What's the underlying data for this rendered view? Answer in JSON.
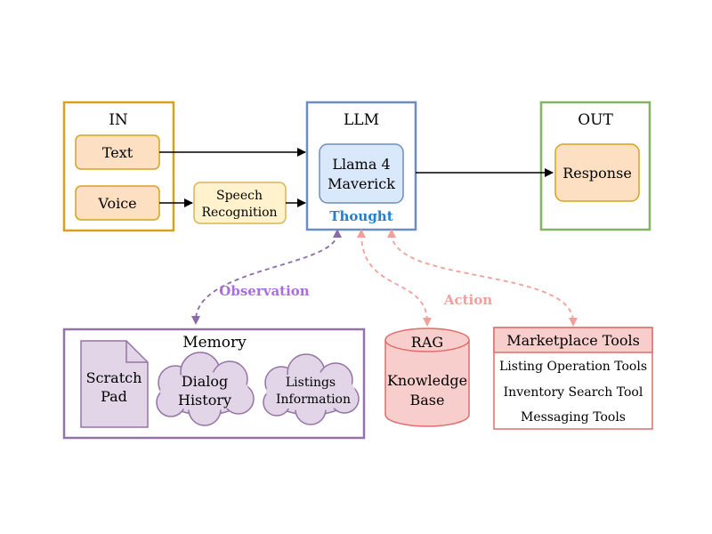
{
  "in_group": {
    "title": "IN",
    "text_label": "Text",
    "voice_label": "Voice"
  },
  "speech": {
    "line1": "Speech",
    "line2": "Recognition"
  },
  "llm_group": {
    "title": "LLM",
    "model_line1": "Llama 4",
    "model_line2": "Maverick",
    "thought_label": "Thought"
  },
  "out_group": {
    "title": "OUT",
    "response_label": "Response"
  },
  "labels": {
    "observation": "Observation",
    "action": "Action"
  },
  "memory": {
    "title": "Memory",
    "scratch_line1": "Scratch",
    "scratch_line2": "Pad",
    "dialog_line1": "Dialog",
    "dialog_line2": "History",
    "listings_line1": "Listings",
    "listings_line2": "Information"
  },
  "rag": {
    "title": "RAG",
    "line1": "Knowledge",
    "line2": "Base"
  },
  "tools": {
    "title": "Marketplace Tools",
    "items": [
      "Listing Operation Tools",
      "Inventory Search Tool",
      "Messaging Tools"
    ]
  },
  "colors": {
    "in_border": "#d6a21e",
    "in_fill": "#fde0c2",
    "llm_border": "#6c8ebf",
    "llm_fill": "#dae8fc",
    "out_border": "#82b366",
    "memory_border": "#9673a6",
    "memory_fill": "#e1d5e7",
    "rag_border": "#e06c6c",
    "rag_fill": "#f8cecc",
    "thought": "#1f7fd6",
    "observation": "#a86ee0",
    "action": "#f0a09a"
  }
}
